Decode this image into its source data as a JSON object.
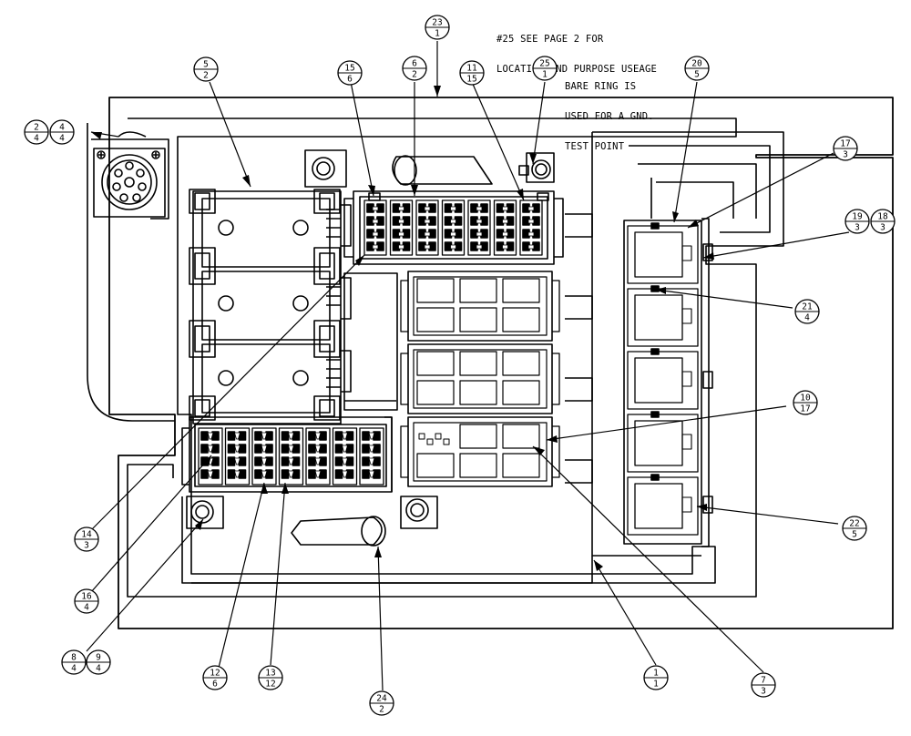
{
  "notes": {
    "page2_line1": "#25 SEE PAGE 2 FOR",
    "page2_line2": "LOCATION AND PURPOSE USEAGE",
    "ring_line1": "BARE RING IS",
    "ring_line2": "USED FOR A GND.",
    "ring_line3": "TEST POINT"
  },
  "balloons": [
    {
      "id": "b-23",
      "item": "23",
      "qty": "1"
    },
    {
      "id": "b-2",
      "item": "2",
      "qty": "4"
    },
    {
      "id": "b-4",
      "item": "4",
      "qty": "4"
    },
    {
      "id": "b-5",
      "item": "5",
      "qty": "2"
    },
    {
      "id": "b-15",
      "item": "15",
      "qty": "6"
    },
    {
      "id": "b-6",
      "item": "6",
      "qty": "2"
    },
    {
      "id": "b-11",
      "item": "11",
      "qty": "15"
    },
    {
      "id": "b-25",
      "item": "25",
      "qty": "1"
    },
    {
      "id": "b-20",
      "item": "20",
      "qty": "5"
    },
    {
      "id": "b-17",
      "item": "17",
      "qty": "3"
    },
    {
      "id": "b-19",
      "item": "19",
      "qty": "3"
    },
    {
      "id": "b-18",
      "item": "18",
      "qty": "3"
    },
    {
      "id": "b-21",
      "item": "21",
      "qty": "4"
    },
    {
      "id": "b-10",
      "item": "10",
      "qty": "17"
    },
    {
      "id": "b-22",
      "item": "22",
      "qty": "5"
    },
    {
      "id": "b-14",
      "item": "14",
      "qty": "3"
    },
    {
      "id": "b-16",
      "item": "16",
      "qty": "4"
    },
    {
      "id": "b-8",
      "item": "8",
      "qty": "4"
    },
    {
      "id": "b-9",
      "item": "9",
      "qty": "4"
    },
    {
      "id": "b-12",
      "item": "12",
      "qty": "6"
    },
    {
      "id": "b-13",
      "item": "13",
      "qty": "12"
    },
    {
      "id": "b-24",
      "item": "24",
      "qty": "2"
    },
    {
      "id": "b-1",
      "item": "1",
      "qty": "1"
    },
    {
      "id": "b-7",
      "item": "7",
      "qty": "3"
    }
  ]
}
